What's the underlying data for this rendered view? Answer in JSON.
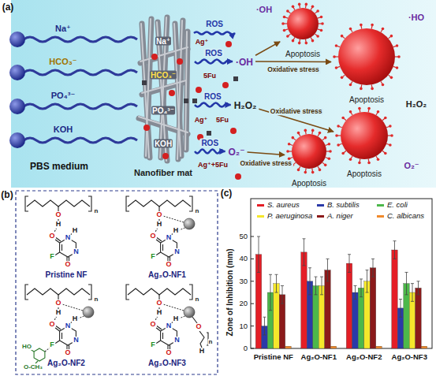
{
  "diagram": {
    "nodes": [
      {
        "text": [
          "Nanofiber mat"
        ]
      },
      {
        "text": [
          "·OH"
        ]
      },
      {
        "text": [
          "H₂O₂"
        ]
      },
      {
        "text": [
          "O₂⁻"
        ]
      },
      {
        "text": [
          "Apoptosis"
        ]
      },
      {
        "text": [
          "Apoptosis"
        ]
      },
      {
        "text": [
          "Apoptosis"
        ]
      },
      {
        "text": [
          "Apoptosis"
        ]
      }
    ],
    "edges": [
      {
        "from": 0,
        "to": 1,
        "label": "ROS",
        "arrow": "to"
      },
      {
        "from": 0,
        "to": 2,
        "label": "ROS",
        "arrow": "to"
      },
      {
        "from": 0,
        "to": 3,
        "label": "ROS",
        "arrow": "to"
      },
      {
        "from": 1,
        "to": 4,
        "label": "Oxidative stress",
        "arrow": "to"
      },
      {
        "from": 1,
        "to": 5,
        "arrow": "to"
      },
      {
        "from": 2,
        "to": 6,
        "label": "Oxidative stress",
        "arrow": "to"
      },
      {
        "from": 3,
        "to": 7,
        "label": "Oxidative stress",
        "arrow": "to"
      }
    ],
    "labels": [
      "(a)",
      "Na⁺",
      "HCO₃⁻",
      "PO₄³⁻",
      "KOH",
      "PBS medium",
      "Na⁺",
      "HCO₃⁻",
      "PO₄³⁻",
      "KOH",
      "Ag⁺",
      "5Fu",
      "Ag⁺",
      "Ag⁺+5Fu",
      "5Fu",
      "ROS",
      "·OH",
      "·HO",
      "H₂O₂",
      "O₂⁻",
      "(b)",
      "Pristine NF",
      "Ag₂O-NF1",
      "Ag₂O-NF2",
      "Ag₂O-NF3",
      "n",
      "O",
      "H",
      "O",
      "N",
      "H",
      "N",
      "O",
      "F",
      "n",
      "O",
      "H",
      "O",
      "N",
      "H",
      "N",
      "O",
      "F",
      "n",
      "O",
      "H",
      "O",
      "N",
      "H",
      "N",
      "O",
      "F",
      "n",
      "O",
      "H",
      "O",
      "N",
      "H",
      "N",
      "O",
      "F",
      "HO",
      "O-CH₃",
      "O",
      "H",
      "n",
      "(c)",
      "Zone of Inhibition (mm)",
      "0",
      "10",
      "20",
      "30",
      "40",
      "50",
      "Pristine NF",
      "Ag₂O-NF1",
      "Ag₂O-NF2",
      "Ag₂O-NF3"
    ],
    "legend": [
      {
        "text": "S. aureus",
        "color": "#e41e26"
      },
      {
        "text": "B. subtilis",
        "color": "#2b3aa8"
      },
      {
        "text": "E. coli",
        "color": "#4db84a"
      },
      {
        "text": "P. aeruginosa",
        "color": "#f5e72b"
      },
      {
        "text": "A. niger",
        "color": "#8b1a1a"
      },
      {
        "text": "C. albicans",
        "color": "#f08a2c"
      }
    ]
  }
}
